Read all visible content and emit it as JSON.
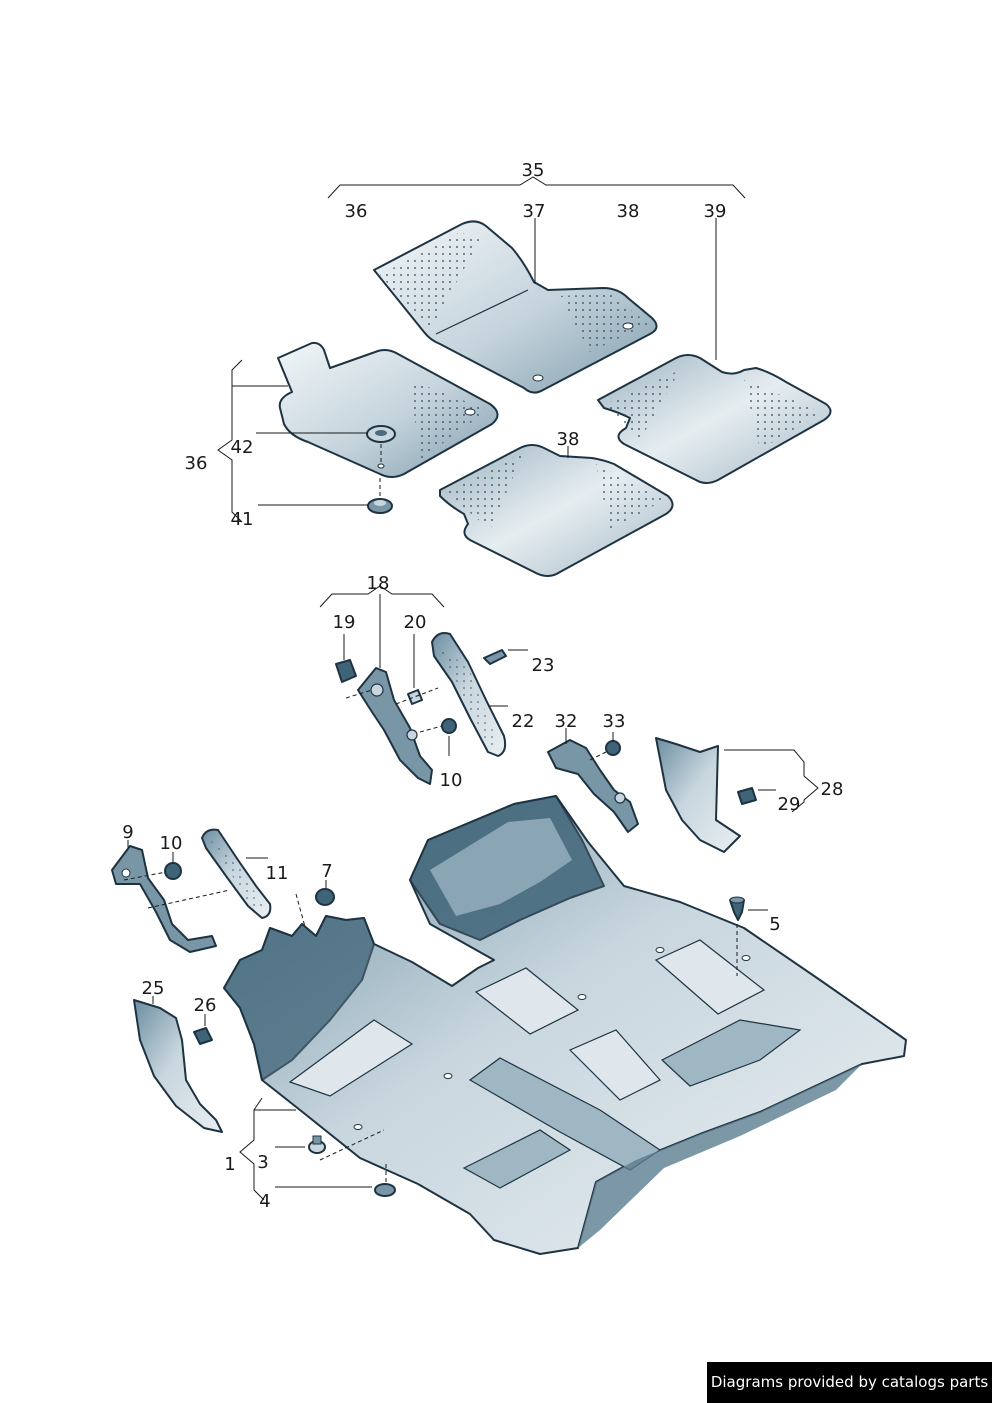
{
  "callouts": {
    "c35": "35",
    "c36a": "36",
    "c37": "37",
    "c38a": "38",
    "c39": "39",
    "c36b": "36",
    "c42": "42",
    "c41": "41",
    "c38b": "38",
    "c18": "18",
    "c19": "19",
    "c20": "20",
    "c23": "23",
    "c22": "22",
    "c10a": "10",
    "c32": "32",
    "c33": "33",
    "c28": "28",
    "c29": "29",
    "c9": "9",
    "c10b": "10",
    "c11": "11",
    "c7": "7",
    "c5": "5",
    "c25": "25",
    "c26": "26",
    "c1": "1",
    "c3": "3",
    "c4": "4"
  },
  "footer": {
    "credit": "Diagrams provided by catalogs parts"
  }
}
